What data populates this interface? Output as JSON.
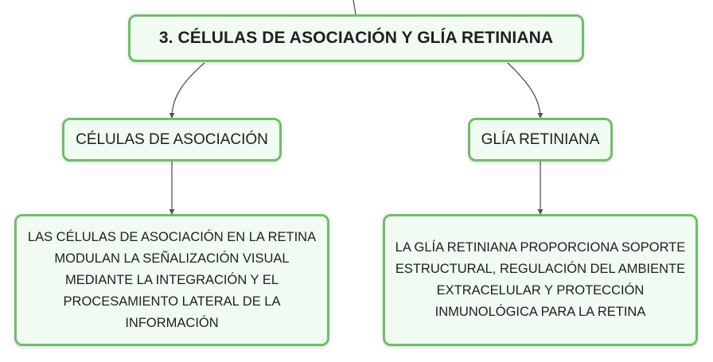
{
  "colors": {
    "node_border": "#6dbf67",
    "node_fill": "#f1fbf2",
    "connector": "#555555"
  },
  "diagram": {
    "main_topic": "3. CÉLULAS DE ASOCIACIÓN Y GLÍA RETINIANA",
    "branches": [
      {
        "title": "CÉLULAS DE ASOCIACIÓN",
        "description": "LAS CÉLULAS DE ASOCIACIÓN EN LA RETINA MODULAN LA SEÑALIZACIÓN VISUAL MEDIANTE LA INTEGRACIÓN Y EL PROCESAMIENTO LATERAL DE LA INFORMACIÓN"
      },
      {
        "title": "GLÍA RETINIANA",
        "description": "LA GLÍA RETINIANA PROPORCIONA SOPORTE ESTRUCTURAL, REGULACIÓN DEL AMBIENTE EXTRACELULAR Y PROTECCIÓN INMUNOLÓGICA PARA LA RETINA"
      }
    ]
  }
}
